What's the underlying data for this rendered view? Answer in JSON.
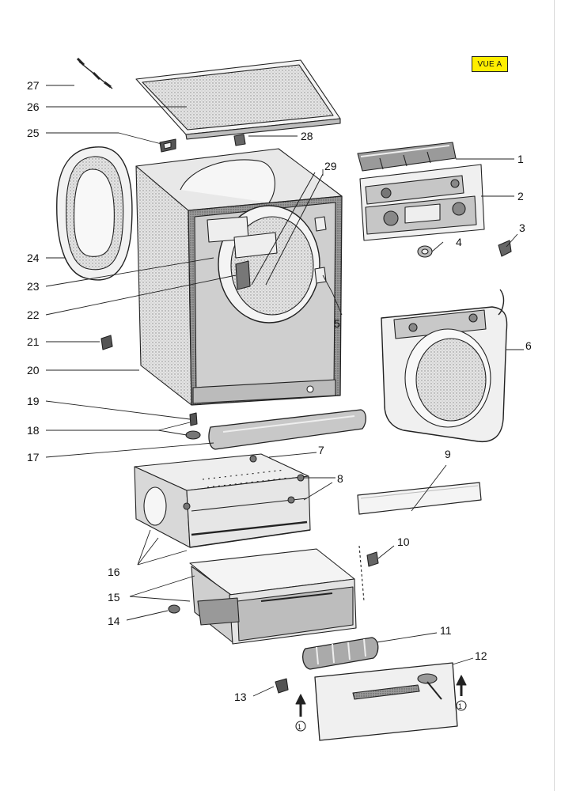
{
  "view_badge": {
    "label": "VUE A"
  },
  "callouts": {
    "n1": "1",
    "n2": "2",
    "n3": "3",
    "n4": "4",
    "n5": "5",
    "n6": "6",
    "n7": "7",
    "n8": "8",
    "n9": "9",
    "n10": "10",
    "n11": "11",
    "n12": "12",
    "n13": "13",
    "n14": "14",
    "n15": "15",
    "n16": "16",
    "n17": "17",
    "n18": "18",
    "n19": "19",
    "n20": "20",
    "n21": "21",
    "n22": "22",
    "n23": "23",
    "n24": "24",
    "n25": "25",
    "n26": "26",
    "n27": "27",
    "n28": "28",
    "n29": "29"
  },
  "arrow_markers": {
    "left": "1",
    "right": "1"
  },
  "colors": {
    "line": "#222222",
    "fill_light": "#f2f2f2",
    "fill_mid": "#d6d6d6",
    "fill_dark": "#a8a8a8",
    "badge": "#ffee00"
  }
}
